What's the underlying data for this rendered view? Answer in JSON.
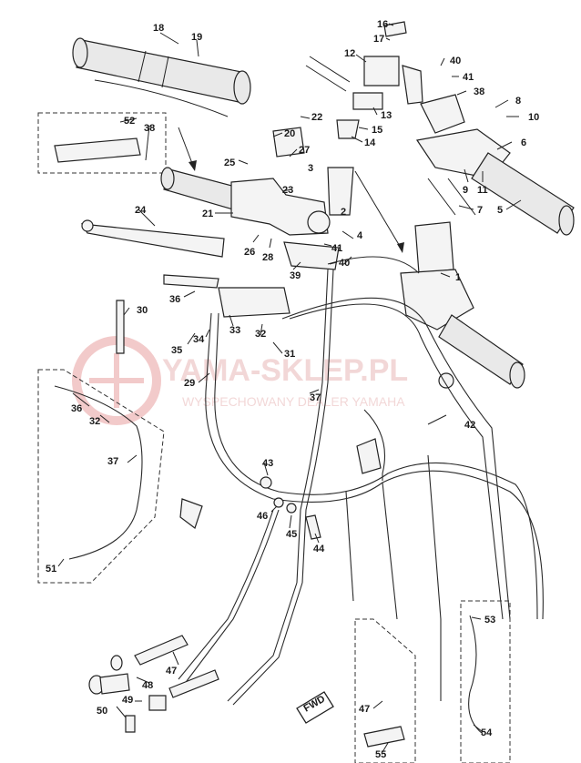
{
  "watermark": {
    "brand": "YAMA-SKLEP.PL",
    "tagline": "WYSPECHOWANY DEALER YAMAHA",
    "color": "#e05050"
  },
  "fwd_label": "FWD",
  "callouts": [
    "1",
    "2",
    "3",
    "4",
    "5",
    "6",
    "7",
    "8",
    "9",
    "10",
    "11",
    "12",
    "13",
    "14",
    "15",
    "16",
    "17",
    "18",
    "19",
    "20",
    "21",
    "22",
    "23",
    "24",
    "25",
    "26",
    "27",
    "28",
    "29",
    "30",
    "31",
    "32",
    "33",
    "34",
    "35",
    "36",
    "37",
    "38",
    "39",
    "40",
    "41",
    "42",
    "43",
    "44",
    "45",
    "46",
    "47",
    "48",
    "49",
    "50",
    "51",
    "52",
    "53",
    "54",
    "55"
  ]
}
